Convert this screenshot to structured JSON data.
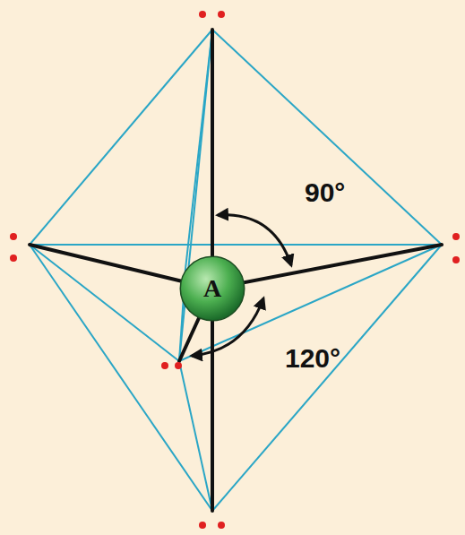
{
  "diagram": {
    "nodes": [
      {
        "text": [
          "A"
        ]
      }
    ],
    "labels": [
      "90°",
      "120°"
    ]
  }
}
